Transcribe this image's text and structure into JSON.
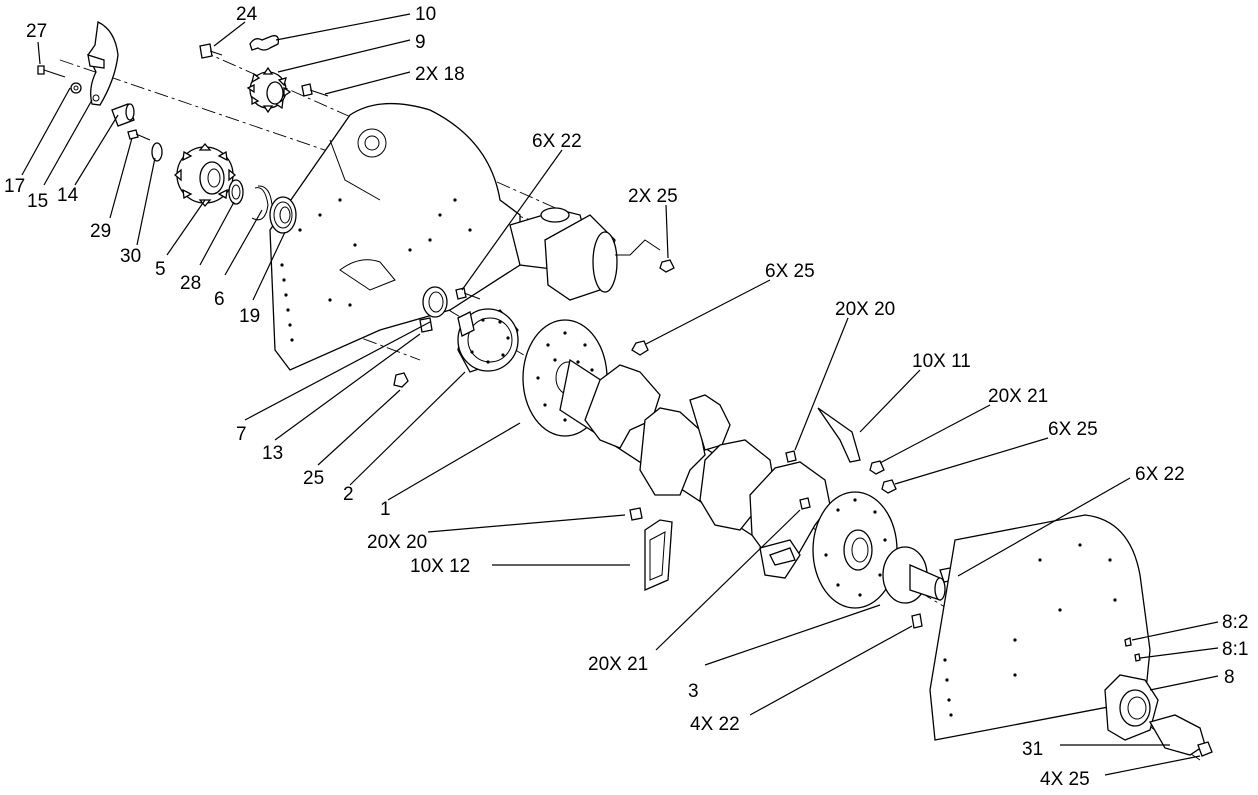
{
  "labels": {
    "l27": "27",
    "l17": "17",
    "l15": "15",
    "l14": "14",
    "l29": "29",
    "l30": "30",
    "l5": "5",
    "l28": "28",
    "l6": "6",
    "l19": "19",
    "l24": "24",
    "l10": "10",
    "l9": "9",
    "l2x18": "2X 18",
    "l6x22a": "6X 22",
    "l2x25": "2X 25",
    "l6x25a": "6X 25",
    "l20x20a": "20X 20",
    "l10x11": "10X 11",
    "l20x21a": "20X 21",
    "l6x25b": "6X 25",
    "l6x22b": "6X 22",
    "l7": "7",
    "l13": "13",
    "l25": "25",
    "l2": "2",
    "l1": "1",
    "l20x20b": "20X 20",
    "l10x12": "10X 12",
    "l20x21b": "20X 21",
    "l3": "3",
    "l4x22": "4X 22",
    "l8_2": "8:2",
    "l8_1": "8:1",
    "l8": "8",
    "l31": "31",
    "l4x25": "4X 25"
  }
}
